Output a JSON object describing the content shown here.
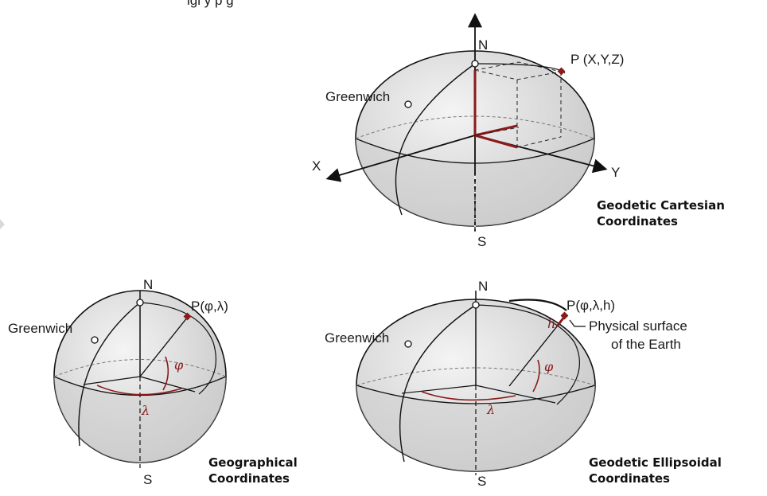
{
  "top_header_fragment": "igi  y   p   g",
  "cartesian": {
    "north": "N",
    "south": "S",
    "greenwich": "Greenwich",
    "point": "P (X,Y,Z)",
    "x_axis": "X",
    "y_axis": "Y",
    "caption_line1": "Geodetic Cartesian",
    "caption_line2": "Coordinates"
  },
  "geographical": {
    "north": "N",
    "south": "S",
    "greenwich": "Greenwich",
    "point": "P(φ,λ)",
    "phi": "φ",
    "lambda": "λ",
    "caption_line1": "Geographical",
    "caption_line2": "Coordinates"
  },
  "ellipsoidal": {
    "north": "N",
    "south": "S",
    "greenwich": "Greenwich",
    "point": "P(φ,λ,h)",
    "h": "h",
    "phi": "φ",
    "lambda": "λ",
    "surface_line1": "Physical surface",
    "surface_line2": "of the Earth",
    "caption_line1": "Geodetic Ellipsoidal",
    "caption_line2": "Coordinates"
  },
  "colors": {
    "ellipsoid_fill": "#e4e4e4",
    "ellipsoid_shade": "#c9c9c9",
    "accent_red": "#8b1a1a",
    "line": "#111111"
  }
}
